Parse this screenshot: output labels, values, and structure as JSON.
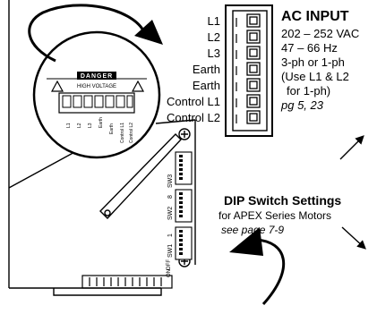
{
  "terminal_labels": [
    "L1",
    "L2",
    "L3",
    "Earth",
    "Earth",
    "Control L1",
    "Control L2"
  ],
  "ac_input": {
    "title": "AC INPUT",
    "lines": [
      "202 – 252 VAC",
      "47 – 66 Hz",
      "3-ph or 1-ph",
      "(Use L1 & L2",
      "for 1-ph)"
    ],
    "ref": "pg 5, 23"
  },
  "dip": {
    "title": "DIP Switch Settings",
    "subtitle": "for APEX Series Motors",
    "ref": "see page 7-9"
  },
  "callout": {
    "danger": "DANGER",
    "voltage": "HIGH VOLTAGE",
    "pins": [
      "L1",
      "L2",
      "L3",
      "Earth",
      "Earth",
      "Control L1",
      "Control L2"
    ]
  },
  "switch_labels": [
    "SW3",
    "SW2",
    "SW1"
  ],
  "switch_marks": {
    "on": "ON",
    "off": "OFF",
    "one": "1",
    "eight": "8"
  },
  "colors": {
    "ink": "#000000",
    "paper": "#ffffff"
  }
}
